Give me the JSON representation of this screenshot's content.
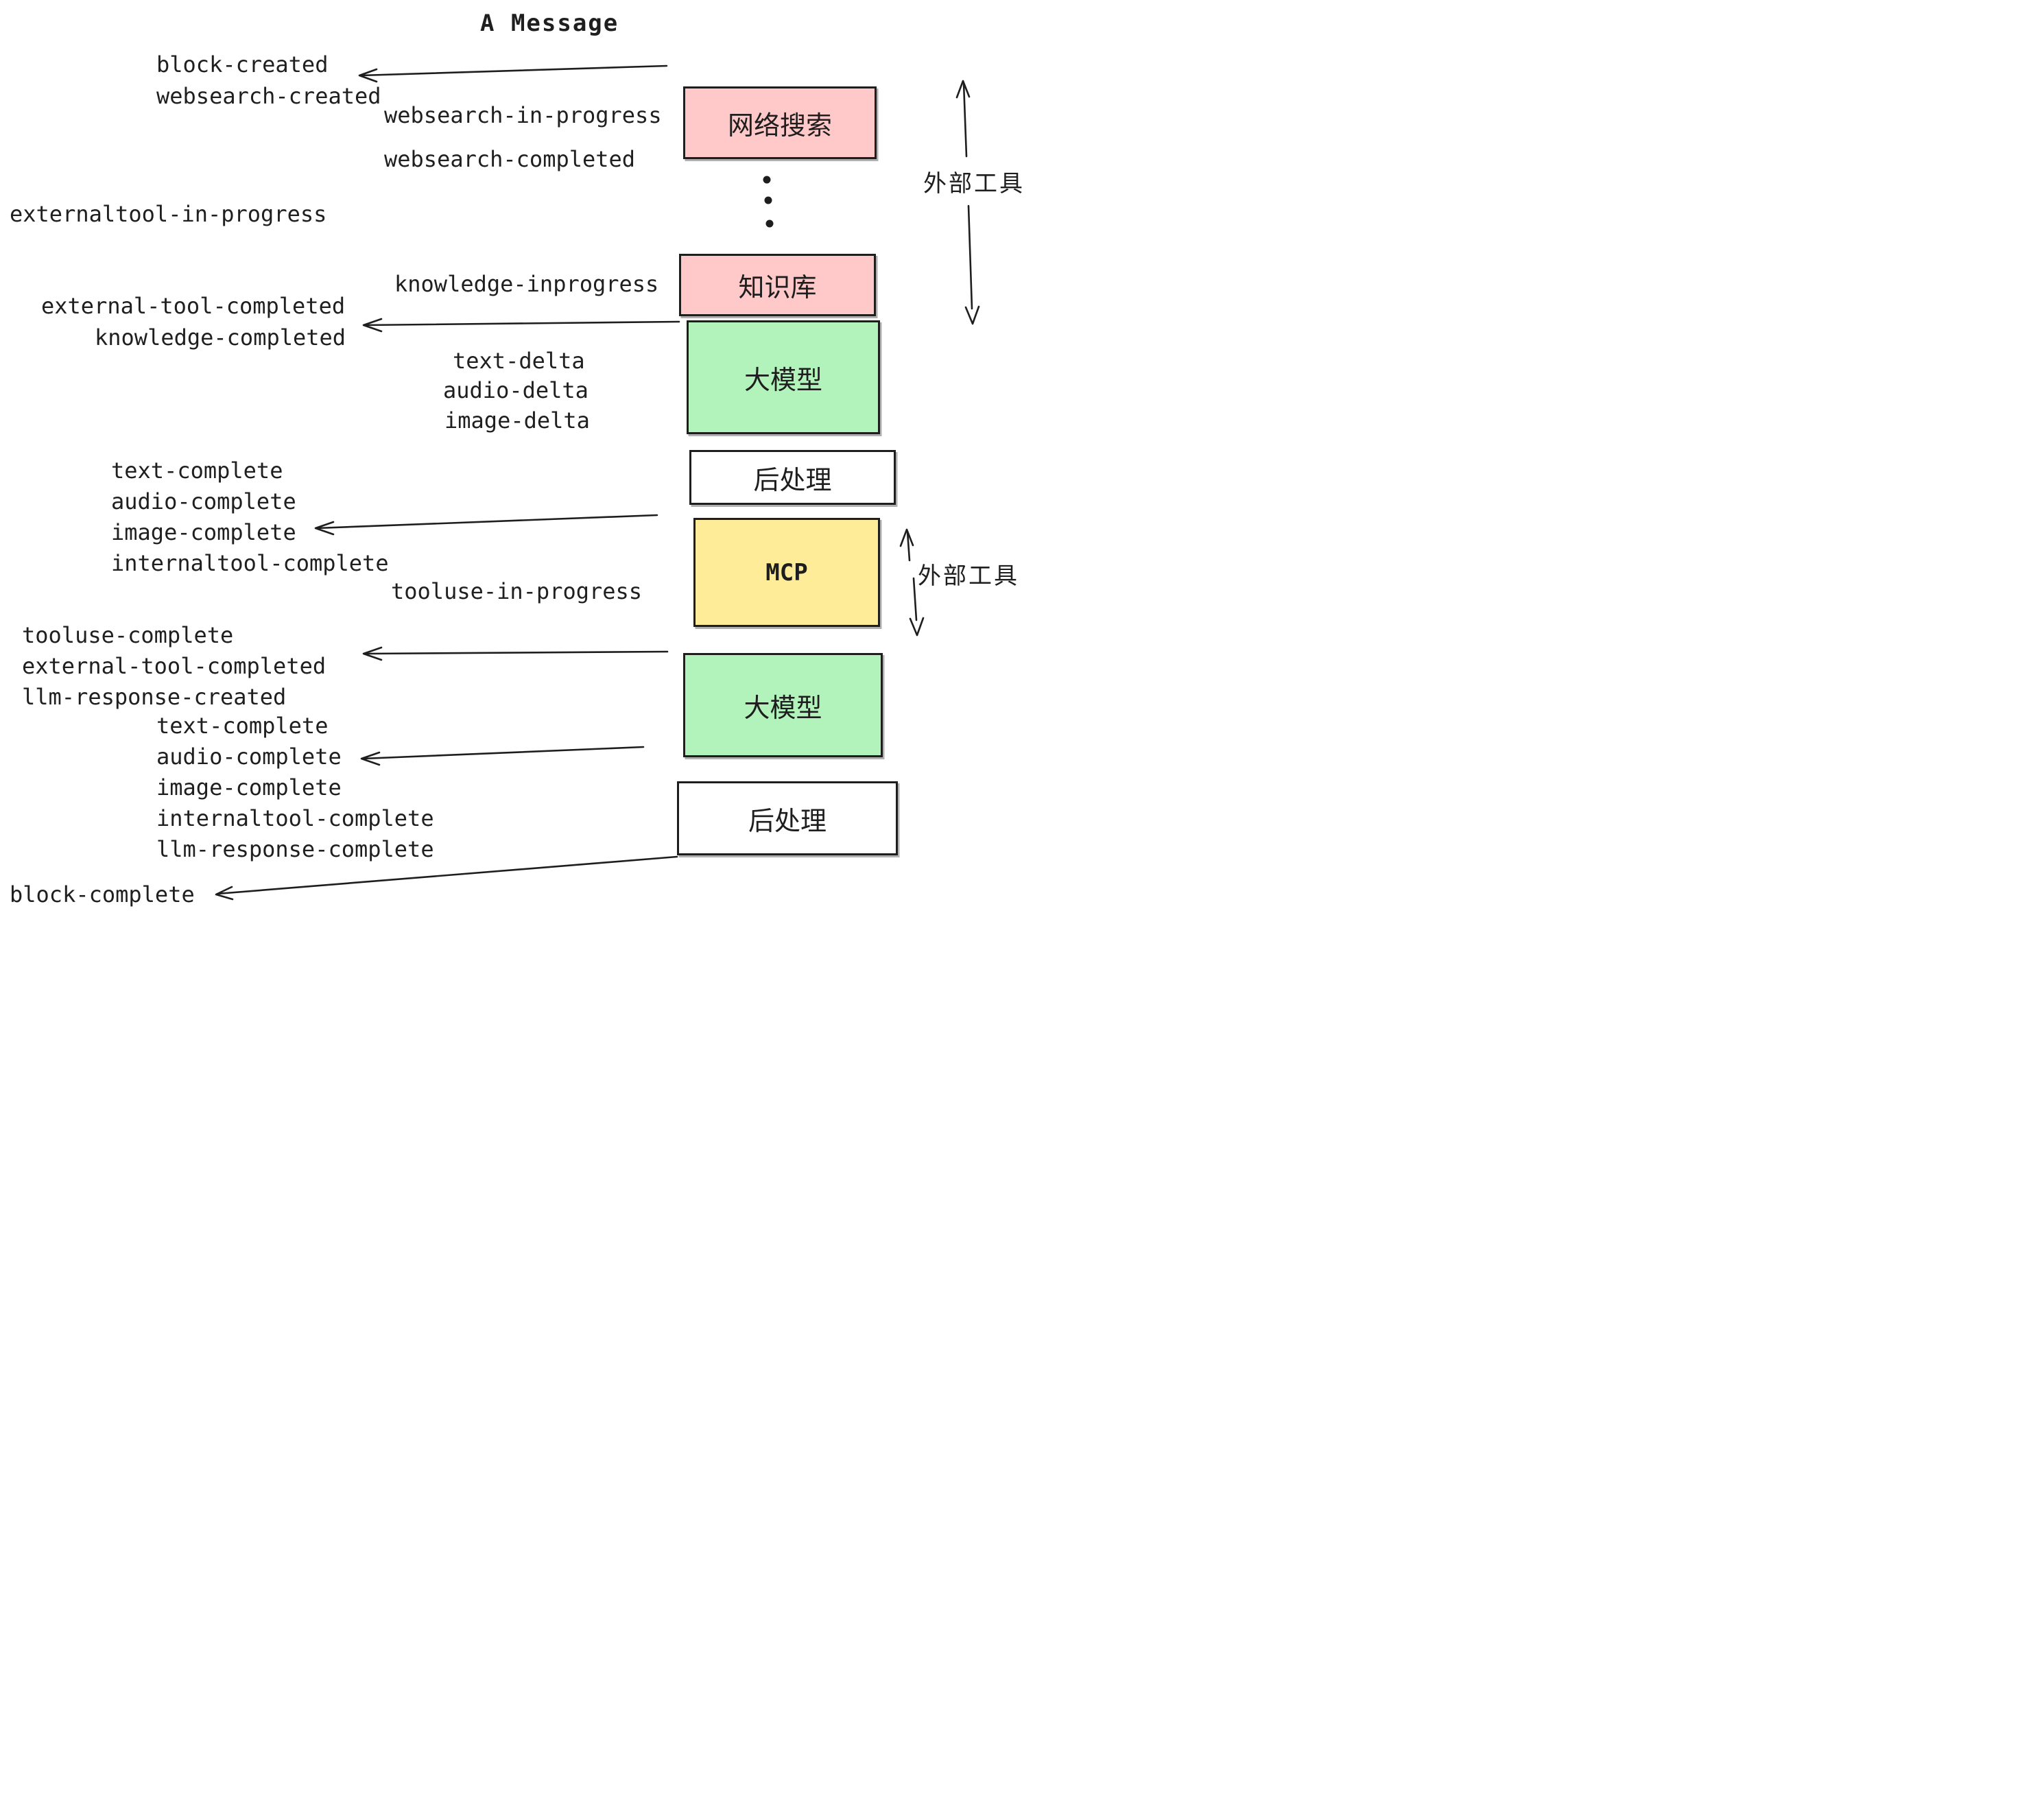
{
  "title": "A Message",
  "boxes": [
    {
      "id": "websearch",
      "label": "网络搜索",
      "fill": "#ffc9c9"
    },
    {
      "id": "knowledge",
      "label": "知识库",
      "fill": "#ffc9c9"
    },
    {
      "id": "llm-1",
      "label": "大模型",
      "fill": "#b2f2bb"
    },
    {
      "id": "postprocess-1",
      "label": "后处理",
      "fill": "#ffffff"
    },
    {
      "id": "mcp",
      "label": "MCP",
      "fill": "#ffec99"
    },
    {
      "id": "llm-2",
      "label": "大模型",
      "fill": "#b2f2bb"
    },
    {
      "id": "postprocess-2",
      "label": "后处理",
      "fill": "#ffffff"
    }
  ],
  "side_labels": [
    {
      "id": "external-tools-top",
      "label": "外部工具"
    },
    {
      "id": "external-tools-mcp",
      "label": "外部工具"
    }
  ],
  "events": [
    {
      "text": "block-created"
    },
    {
      "text": "websearch-created"
    },
    {
      "text": "websearch-in-progress"
    },
    {
      "text": "websearch-completed"
    },
    {
      "text": "externaltool-in-progress"
    },
    {
      "text": "knowledge-inprogress"
    },
    {
      "text": "external-tool-completed"
    },
    {
      "text": "knowledge-completed"
    },
    {
      "text": "text-delta"
    },
    {
      "text": "audio-delta"
    },
    {
      "text": "image-delta"
    },
    {
      "text": "text-complete"
    },
    {
      "text": "audio-complete"
    },
    {
      "text": "image-complete"
    },
    {
      "text": "internaltool-complete"
    },
    {
      "text": "tooluse-in-progress"
    },
    {
      "text": "tooluse-complete"
    },
    {
      "text": "external-tool-completed"
    },
    {
      "text": "llm-response-created"
    },
    {
      "text": "text-complete"
    },
    {
      "text": "audio-complete"
    },
    {
      "text": "image-complete"
    },
    {
      "text": "internaltool-complete"
    },
    {
      "text": "llm-response-complete"
    },
    {
      "text": "block-complete"
    }
  ],
  "colors": {
    "stroke": "#1e1e1e",
    "text": "#1f1f1f",
    "pink": "#ffc9c9",
    "green": "#b2f2bb",
    "yellow": "#ffec99",
    "white": "#ffffff"
  }
}
